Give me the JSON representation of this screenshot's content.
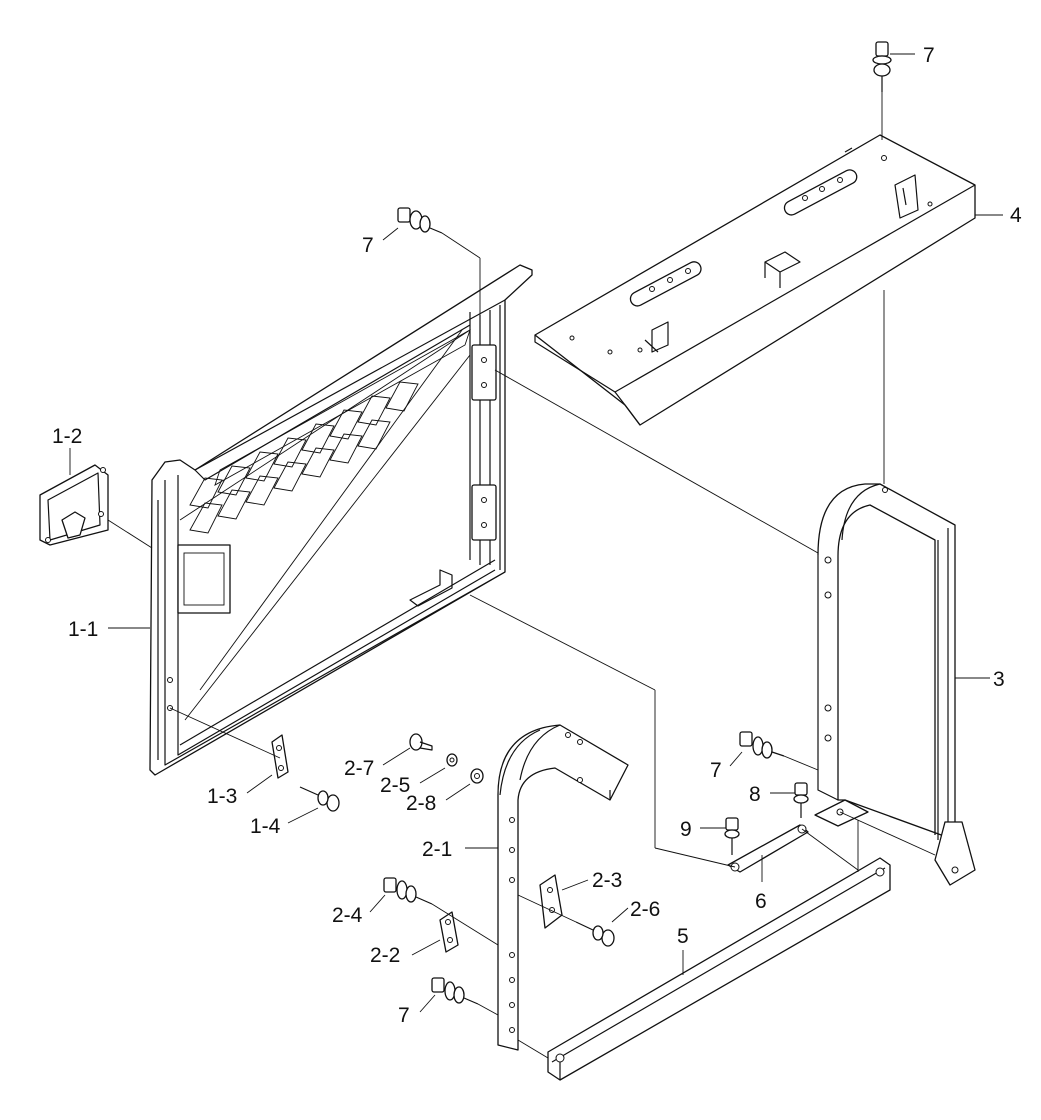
{
  "labels": {
    "p7_top": "7",
    "p4": "4",
    "p7_upper": "7",
    "p1_2": "1-2",
    "p1_1": "1-1",
    "p3": "3",
    "p2_7": "2-7",
    "p2_5": "2-5",
    "p2_8": "2-8",
    "p1_3": "1-3",
    "p1_4": "1-4",
    "p7_mid": "7",
    "p8": "8",
    "p9": "9",
    "p2_1": "2-1",
    "p2_3": "2-3",
    "p6": "6",
    "p2_4": "2-4",
    "p2_6": "2-6",
    "p5": "5",
    "p2_2": "2-2",
    "p7_bottom": "7"
  },
  "colors": {
    "ink": "#111111",
    "paper": "#ffffff"
  }
}
